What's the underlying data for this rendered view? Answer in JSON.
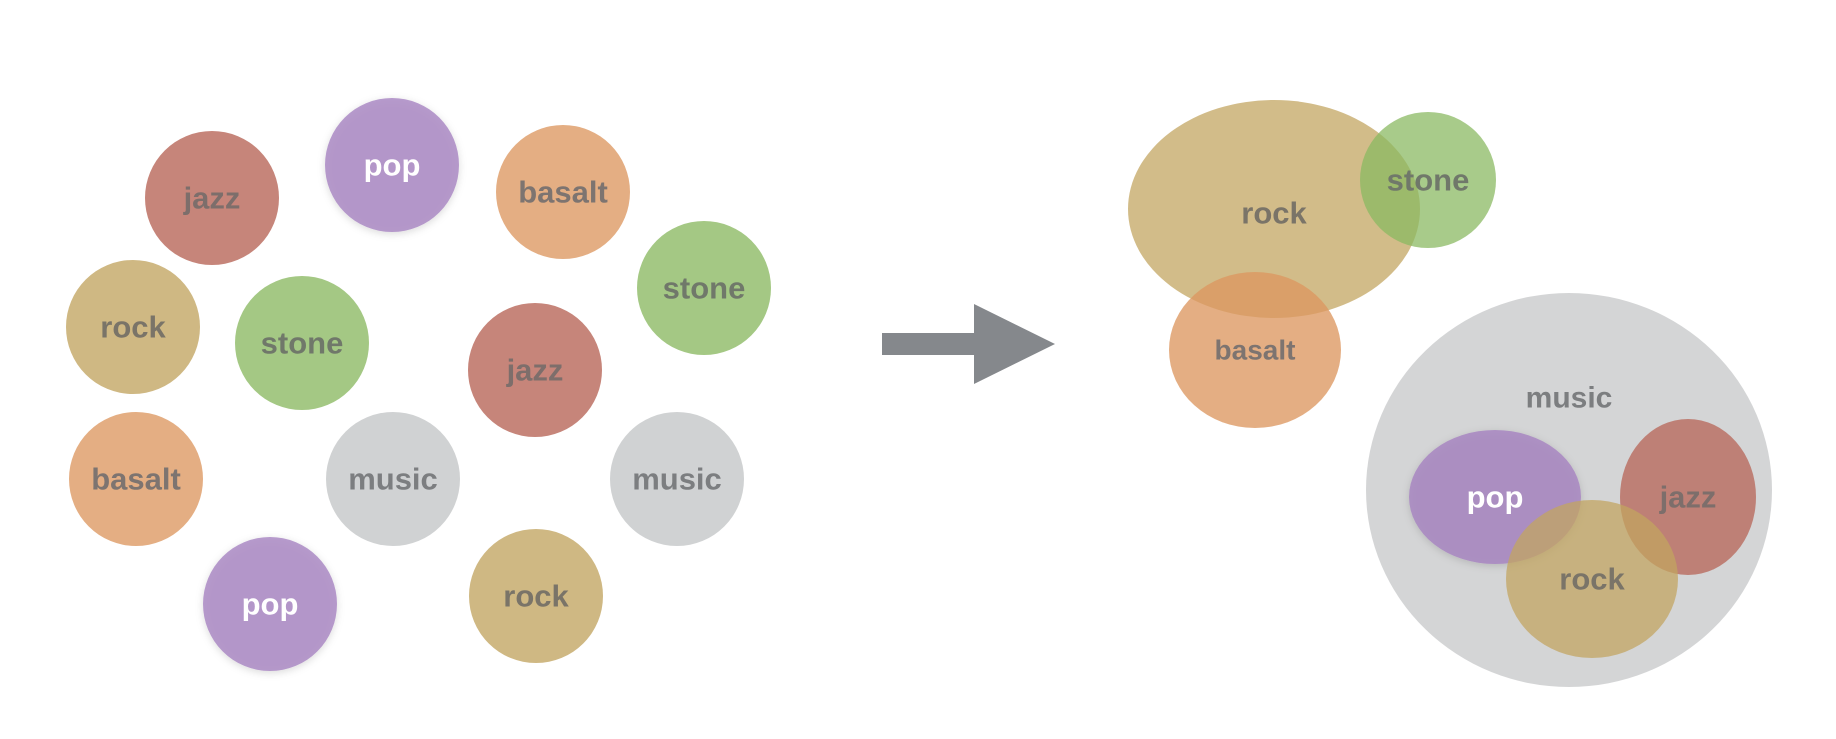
{
  "left_scatter": {
    "bubbles": [
      {
        "label": "jazz",
        "category": "jazz"
      },
      {
        "label": "pop",
        "category": "pop"
      },
      {
        "label": "basalt",
        "category": "basalt"
      },
      {
        "label": "stone",
        "category": "stone"
      },
      {
        "label": "rock",
        "category": "rock"
      },
      {
        "label": "stone",
        "category": "stone"
      },
      {
        "label": "jazz",
        "category": "jazz"
      },
      {
        "label": "basalt",
        "category": "basalt"
      },
      {
        "label": "music",
        "category": "music"
      },
      {
        "label": "music",
        "category": "music"
      },
      {
        "label": "pop",
        "category": "pop"
      },
      {
        "label": "rock",
        "category": "rock"
      }
    ]
  },
  "arrow": {
    "color": "#85888c"
  },
  "right_groups": {
    "geology": [
      {
        "label": "rock",
        "category": "rock"
      },
      {
        "label": "stone",
        "category": "stone"
      },
      {
        "label": "basalt",
        "category": "basalt"
      }
    ],
    "music_container": {
      "label": "music",
      "category": "music"
    },
    "music_members": [
      {
        "label": "pop",
        "category": "pop"
      },
      {
        "label": "jazz",
        "category": "jazz"
      },
      {
        "label": "rock",
        "category": "rock"
      }
    ]
  },
  "palette": {
    "jazz": {
      "fill": "#b66354",
      "text": "#7d6e6b"
    },
    "pop": {
      "fill": "#a480bf",
      "text": "#ffffff"
    },
    "basalt": {
      "fill": "#dc9760",
      "text": "#7d7470"
    },
    "stone": {
      "fill": "#8ab961",
      "text": "#70786a"
    },
    "rock": {
      "fill": "#c2a460",
      "text": "#7a7468"
    },
    "music": {
      "fill": "#c3c5c6",
      "text": "#7c7e80"
    }
  }
}
